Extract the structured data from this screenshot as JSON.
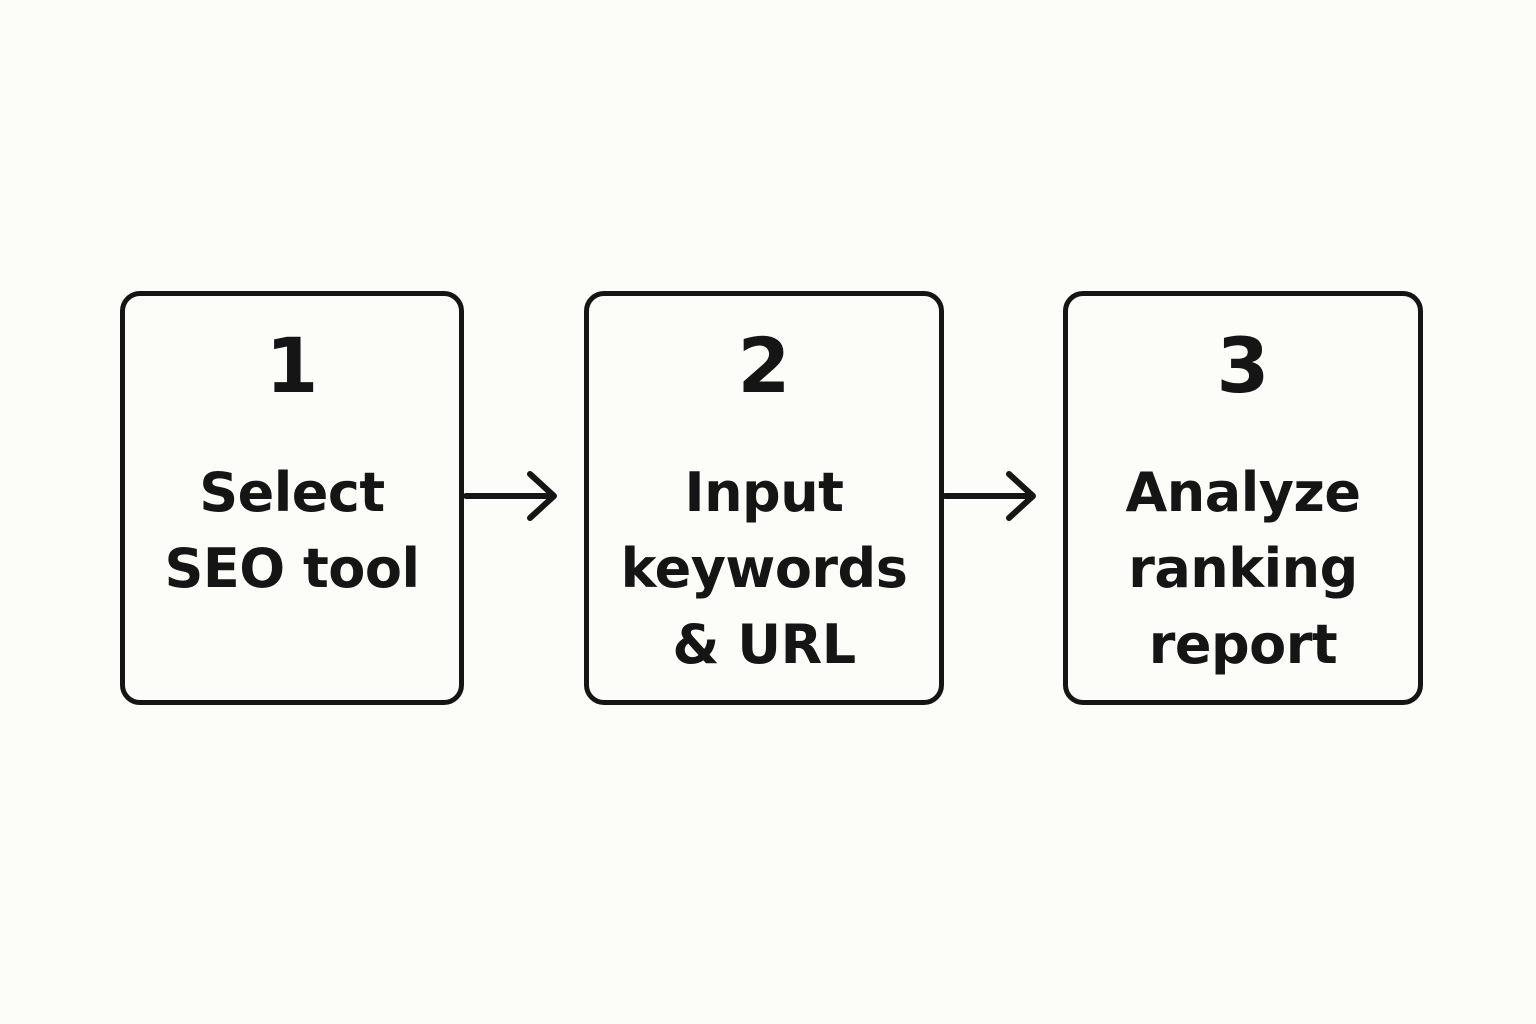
{
  "steps": [
    {
      "number": "1",
      "label_lines": [
        "Select",
        "SEO tool"
      ]
    },
    {
      "number": "2",
      "label_lines": [
        "Input",
        "keywords",
        "& URL"
      ]
    },
    {
      "number": "3",
      "label_lines": [
        "Analyze",
        "ranking",
        "report"
      ]
    }
  ],
  "colors": {
    "background": "#fcfcf9",
    "stroke": "#151515",
    "text": "#151515"
  }
}
